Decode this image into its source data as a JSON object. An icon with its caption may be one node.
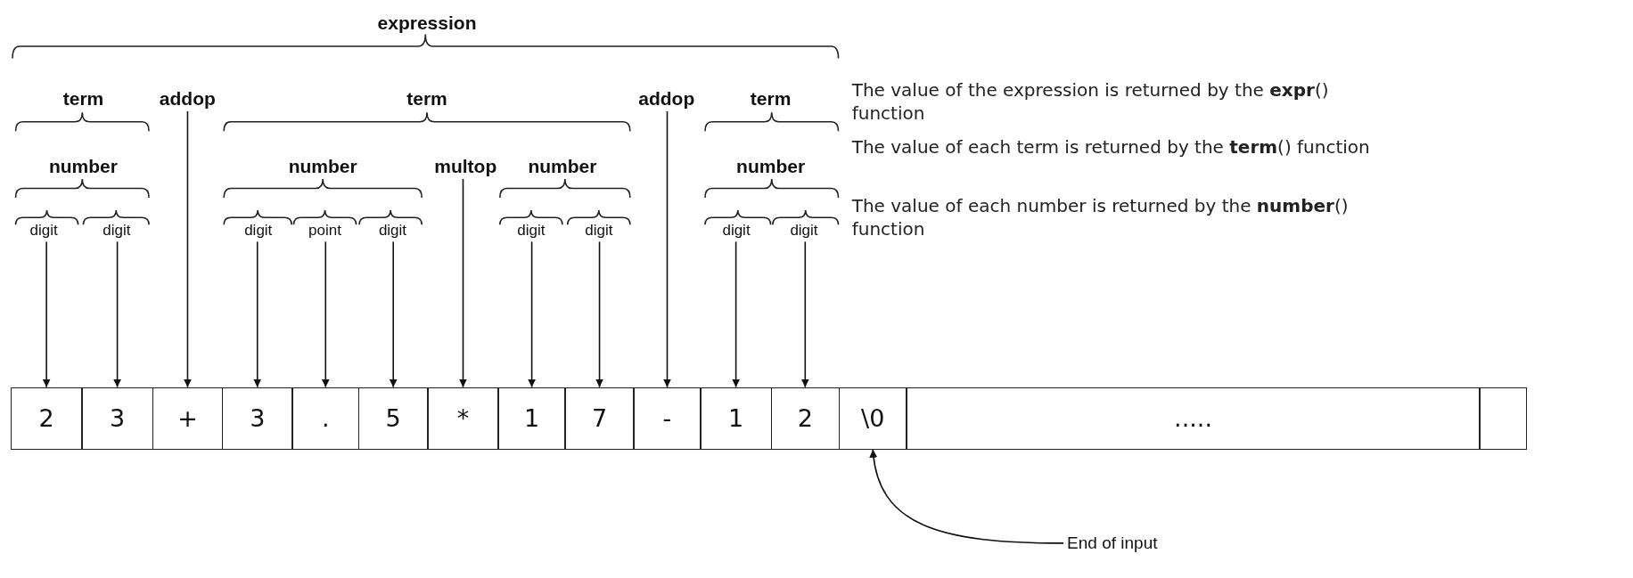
{
  "diagram": {
    "nodes": [
      {
        "text": [
          "addop"
        ]
      },
      {
        "text": [
          "addop"
        ]
      },
      {
        "text": [
          "multop"
        ]
      },
      {
        "text": [
          "digit"
        ]
      },
      {
        "text": [
          "digit"
        ]
      },
      {
        "text": [
          "digit"
        ]
      },
      {
        "text": [
          "point"
        ]
      },
      {
        "text": [
          "digit"
        ]
      },
      {
        "text": [
          "digit"
        ]
      },
      {
        "text": [
          "digit"
        ]
      },
      {
        "text": [
          "digit"
        ]
      },
      {
        "text": [
          "digit"
        ]
      },
      {
        "text": [
          "2"
        ]
      },
      {
        "text": [
          "3"
        ]
      },
      {
        "text": [
          "+"
        ]
      },
      {
        "text": [
          "3"
        ]
      },
      {
        "text": [
          "."
        ]
      },
      {
        "text": [
          "5"
        ]
      },
      {
        "text": [
          "*"
        ]
      },
      {
        "text": [
          "1"
        ]
      },
      {
        "text": [
          "7"
        ]
      },
      {
        "text": [
          "-"
        ]
      },
      {
        "text": [
          "1"
        ]
      },
      {
        "text": [
          "2"
        ]
      },
      {
        "text": [
          "\\0"
        ]
      },
      {
        "text": [
          "....."
        ]
      },
      {
        "text": [],
        "shape": "box"
      },
      {
        "text": [
          "End of input"
        ]
      }
    ],
    "edges": [
      {
        "from": 3,
        "to": 12,
        "arrow": "to"
      },
      {
        "from": 4,
        "to": 13,
        "arrow": "to"
      },
      {
        "from": 0,
        "to": 14,
        "arrow": "to"
      },
      {
        "from": 5,
        "to": 15,
        "arrow": "to"
      },
      {
        "from": 6,
        "to": 16,
        "arrow": "to"
      },
      {
        "from": 7,
        "to": 17,
        "arrow": "to"
      },
      {
        "from": 2,
        "to": 18,
        "arrow": "to"
      },
      {
        "from": 8,
        "to": 19,
        "arrow": "to"
      },
      {
        "from": 9,
        "to": 20,
        "arrow": "to"
      },
      {
        "from": 1,
        "to": 21,
        "arrow": "to"
      },
      {
        "from": 10,
        "to": 22,
        "arrow": "to"
      },
      {
        "from": 11,
        "to": 23,
        "arrow": "to"
      },
      {
        "from": 27,
        "to": 24,
        "arrow": "to"
      }
    ],
    "labels": [
      "expression",
      "The value of the expression is returned by the **expr**() function",
      "term",
      "term",
      "term",
      "The value of each term is returned by the **term**() function",
      "number",
      "number",
      "number",
      "number",
      "The value of each number is returned by the **number**() function"
    ]
  }
}
